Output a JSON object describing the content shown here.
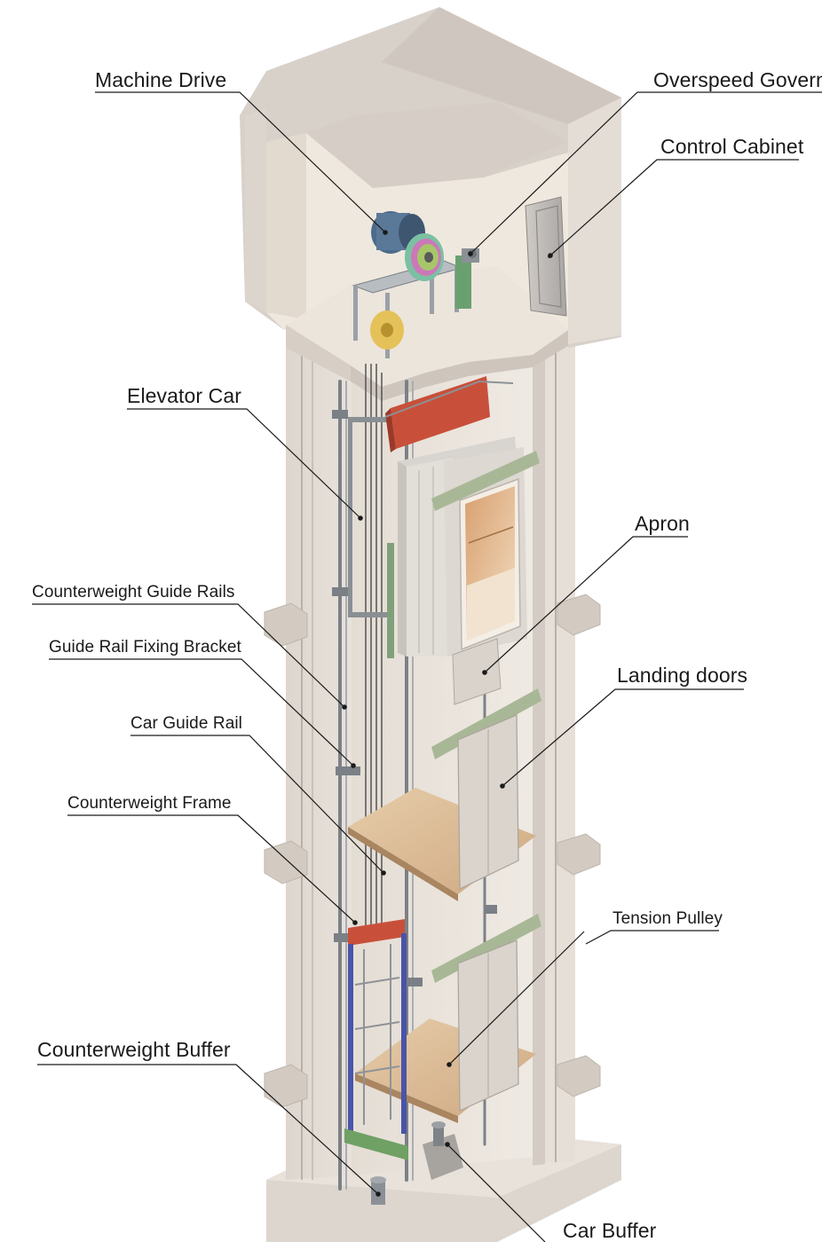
{
  "labels": {
    "machine_drive": "Machine Drive",
    "overspeed_governor": "Overspeed Governo",
    "control_cabinet": "Control Cabinet",
    "elevator_car": "Elevator Car",
    "apron": "Apron",
    "counterweight_guide_rails": "Counterweight Guide Rails",
    "guide_rail_fixing_bracket": "Guide Rail Fixing Bracket",
    "landing_doors": "Landing doors",
    "car_guide_rail": "Car Guide Rail",
    "counterweight_frame": "Counterweight Frame",
    "tension_pulley": "Tension Pulley",
    "counterweight_buffer": "Counterweight Buffer",
    "car_buffer": "Car Buffer"
  },
  "colors": {
    "concrete_front": "#e2dcd5",
    "concrete_side": "#cfc7bf",
    "concrete_top": "#d6cfc8",
    "interior_wall": "#efe9e1",
    "floor": "#d9b896",
    "steel": "#8e9296",
    "car_red": "#c8503a",
    "beam_green": "#a8b896",
    "frame_blue": "#4a54a8",
    "motor_blue": "#4d6b8a",
    "leader_line": "#1a1a1a"
  }
}
